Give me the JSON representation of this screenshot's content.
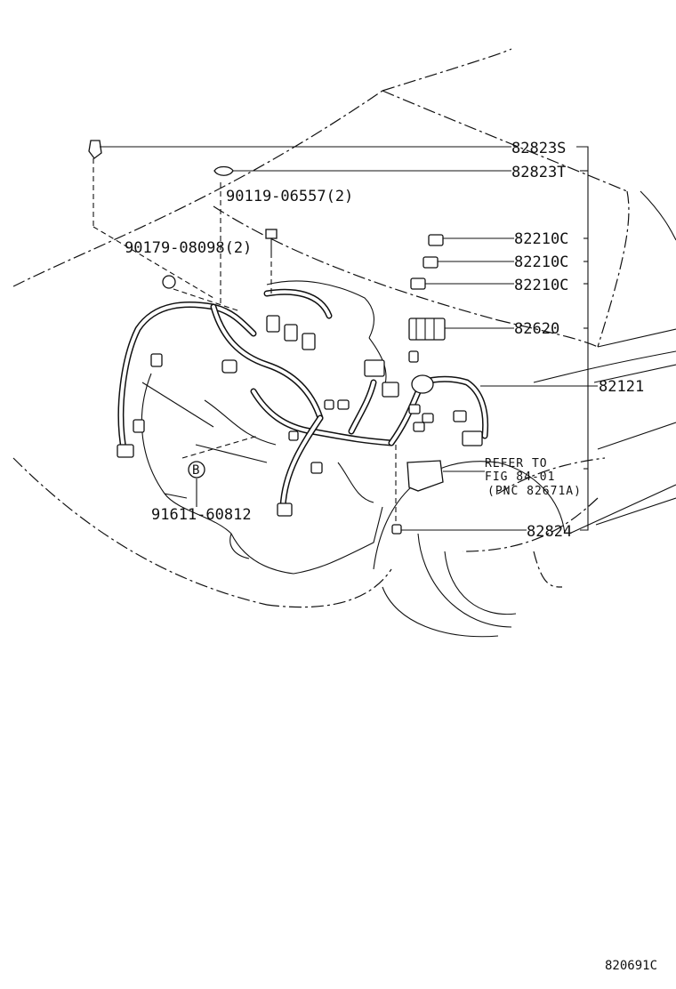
{
  "callouts": {
    "c1": "82823S",
    "c2": "82823T",
    "c3": "90119-06557(2)",
    "c4": "90179-08098(2)",
    "c5": "82210C",
    "c6": "82210C",
    "c7": "82210C",
    "c8": "82620",
    "c9": "82121",
    "c10": "82824",
    "c11": "91611-60812"
  },
  "refer": {
    "line1": "REFER TO",
    "line2": "FIG 84-01",
    "line3": "(PNC 82671A)"
  },
  "marker_letter": "B",
  "figure_code": "820691C"
}
